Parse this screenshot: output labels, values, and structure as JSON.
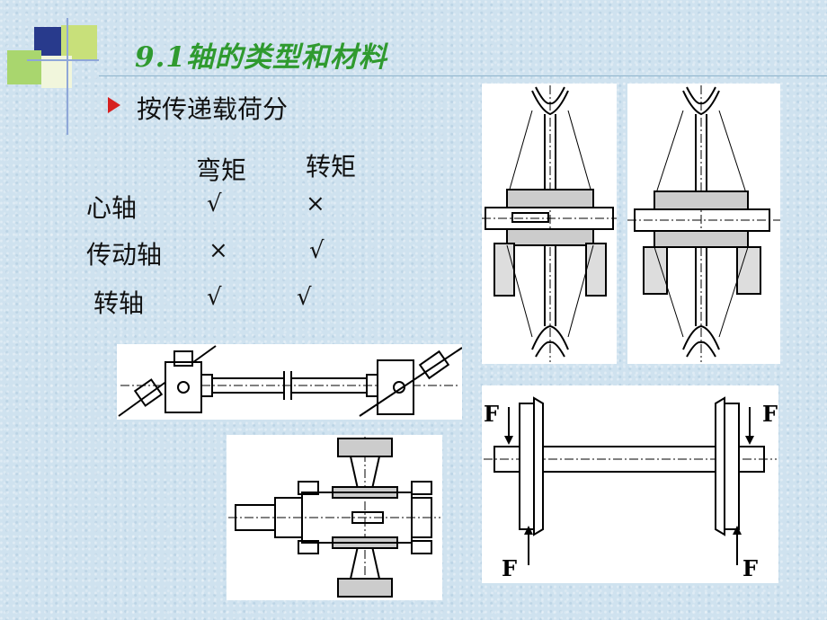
{
  "title": "9.1轴的类型和材料",
  "bullet": "按传递载荷分",
  "table": {
    "headers": [
      "弯矩",
      "转矩"
    ],
    "rows": [
      {
        "label": "心轴",
        "bending": "√",
        "torque": "×"
      },
      {
        "label": "传动轴",
        "bending": "×",
        "torque": "√"
      },
      {
        "label": "转轴",
        "bending": "√",
        "torque": "√"
      }
    ]
  },
  "figures": {
    "wheel_labels": [
      "F",
      "F",
      "F",
      "F"
    ]
  },
  "colors": {
    "title": "#2f9a2f",
    "bullet_arrow": "#d62020",
    "background": "#cfe2ef"
  }
}
